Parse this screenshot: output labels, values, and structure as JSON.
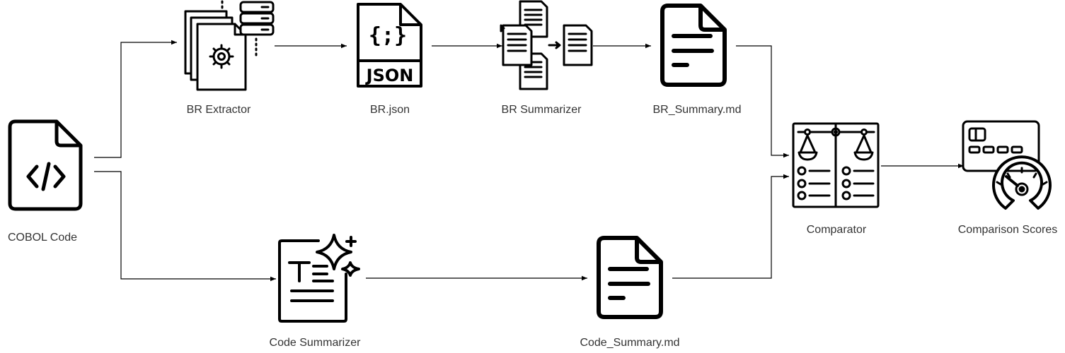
{
  "nodes": {
    "cobol": {
      "label": "COBOL Code",
      "icon": "code-file-icon"
    },
    "br_extractor": {
      "label": "BR Extractor",
      "icon": "gear-documents-database-icon"
    },
    "br_json": {
      "label": "BR.json",
      "icon": "json-file-icon",
      "icon_text": "JSON",
      "brace_text": "{;}"
    },
    "br_summarizer": {
      "label": "BR Summarizer",
      "icon": "documents-merge-icon"
    },
    "br_summary": {
      "label": "BR_Summary.md",
      "icon": "text-document-icon"
    },
    "code_summarizer": {
      "label": "Code Summarizer",
      "icon": "ai-sparkle-text-icon"
    },
    "code_summary": {
      "label": "Code_Summary.md",
      "icon": "text-document-icon"
    },
    "comparator": {
      "label": "Comparator",
      "icon": "balance-scale-checklist-icon"
    },
    "scores": {
      "label": "Comparison Scores",
      "icon": "card-gauge-icon"
    }
  },
  "edges": [
    {
      "from": "COBOL Code",
      "to": "BR Extractor"
    },
    {
      "from": "BR Extractor",
      "to": "BR.json"
    },
    {
      "from": "BR.json",
      "to": "BR Summarizer"
    },
    {
      "from": "BR Summarizer",
      "to": "BR_Summary.md"
    },
    {
      "from": "BR_Summary.md",
      "to": "Comparator"
    },
    {
      "from": "COBOL Code",
      "to": "Code Summarizer"
    },
    {
      "from": "Code Summarizer",
      "to": "Code_Summary.md"
    },
    {
      "from": "Code_Summary.md",
      "to": "Comparator"
    },
    {
      "from": "Comparator",
      "to": "Comparison Scores"
    }
  ]
}
